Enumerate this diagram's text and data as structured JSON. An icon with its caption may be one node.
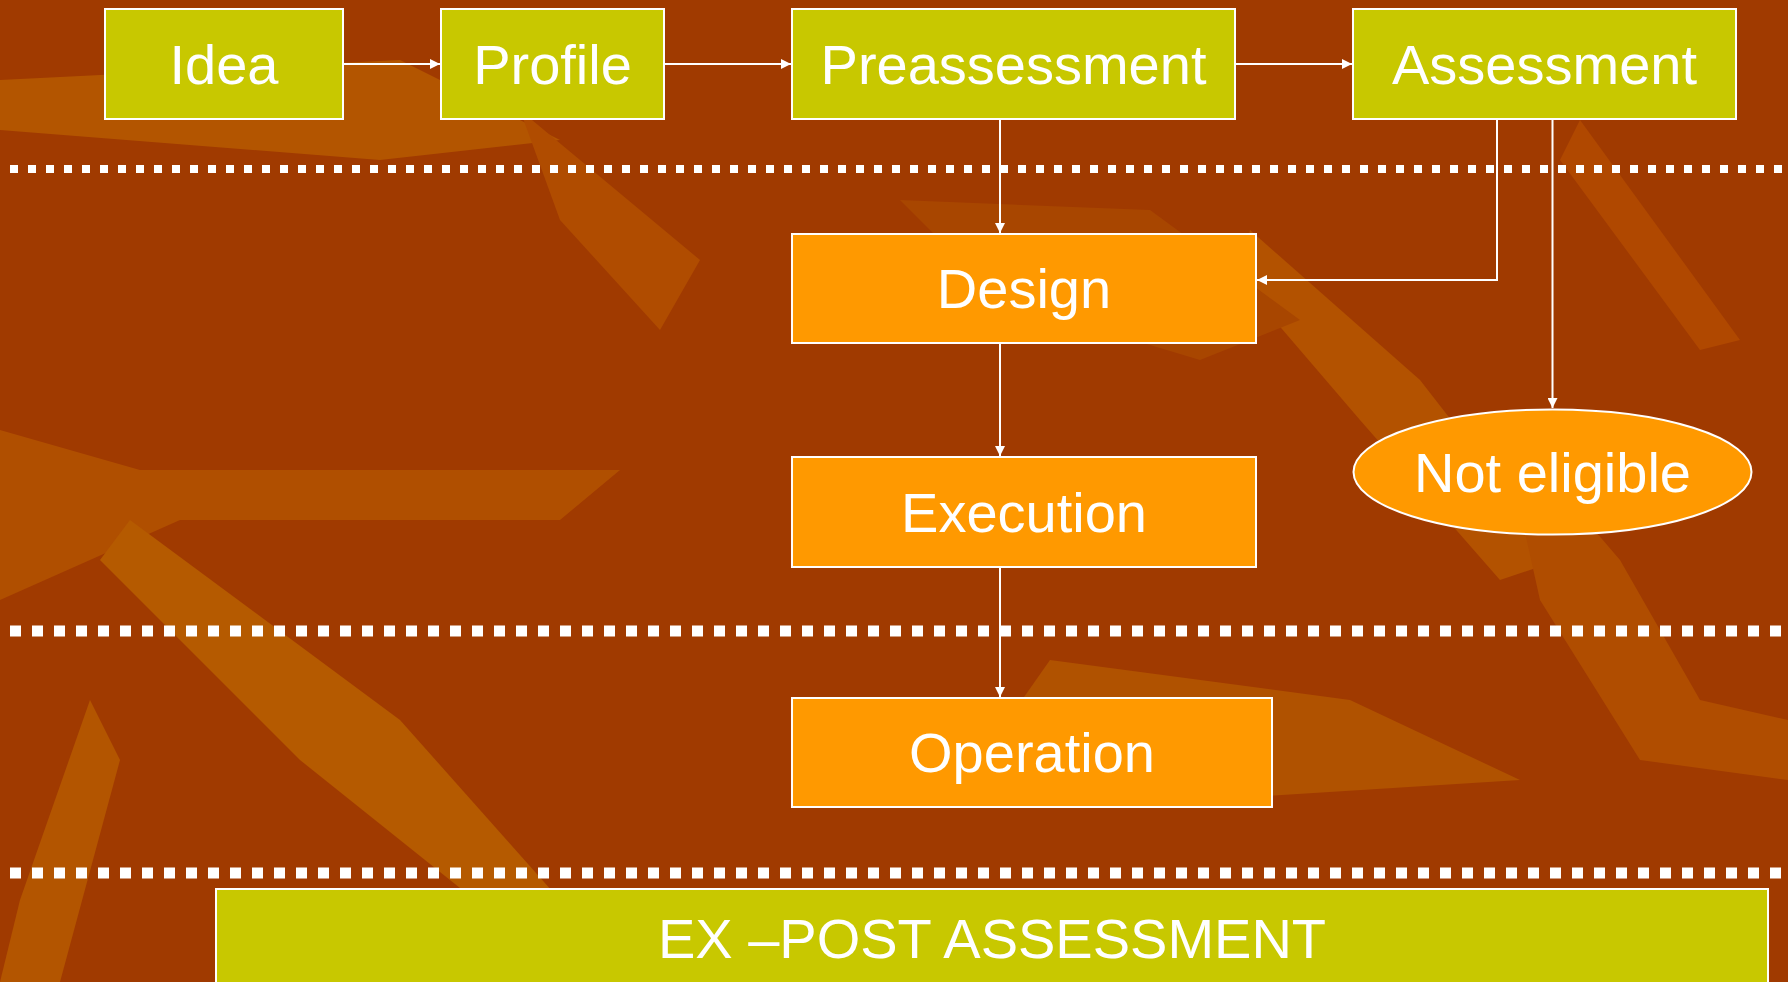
{
  "diagram": {
    "nodes": [
      {
        "text": [
          "Idea"
        ]
      },
      {
        "text": [
          "Profile"
        ]
      },
      {
        "text": [
          "Preassessment"
        ]
      },
      {
        "text": [
          "Assessment"
        ]
      },
      {
        "text": [
          "Design"
        ]
      },
      {
        "text": [
          "Execution"
        ]
      },
      {
        "text": [
          "Not eligible"
        ]
      },
      {
        "text": [
          "Operation"
        ]
      },
      {
        "text": [
          "EX –POST ASSESSMENT"
        ]
      }
    ],
    "edges": [
      {
        "from": 0,
        "to": 1,
        "arrow": "to"
      },
      {
        "from": 1,
        "to": 2,
        "arrow": "to"
      },
      {
        "from": 2,
        "to": 3,
        "arrow": "to"
      },
      {
        "from": 2,
        "to": 4,
        "arrow": "to"
      },
      {
        "from": 3,
        "to": 4,
        "arrow": "to"
      },
      {
        "from": 3,
        "to": 6,
        "arrow": "to"
      },
      {
        "from": 4,
        "to": 5,
        "arrow": "to"
      },
      {
        "from": 5,
        "to": 7,
        "arrow": "to"
      }
    ]
  }
}
